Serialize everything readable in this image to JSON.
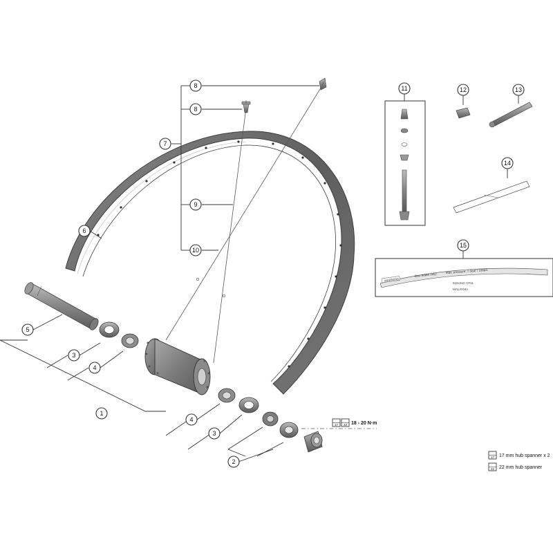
{
  "callouts": [
    "1",
    "2",
    "3",
    "3",
    "4",
    "4",
    "5",
    "6",
    "7",
    "8",
    "8",
    "9",
    "10",
    "11",
    "12",
    "13",
    "14",
    "15"
  ],
  "torque": {
    "tool_a": "17",
    "tool_b": "22",
    "value": "18 - 20 N·m"
  },
  "legend": {
    "spanner17_icon": "17",
    "spanner17_text": "17 mm hub spanner x 2",
    "spanner22_icon": "22",
    "spanner22_text": "22 mm hub spanner"
  },
  "rim_label": {
    "warning": "WARNING",
    "text1": "Disc brake only!",
    "text2": "Max. pressure: 7.5bar / 109psi",
    "line3": "622x21C  CF11",
    "line4": "MALAYSIA"
  }
}
